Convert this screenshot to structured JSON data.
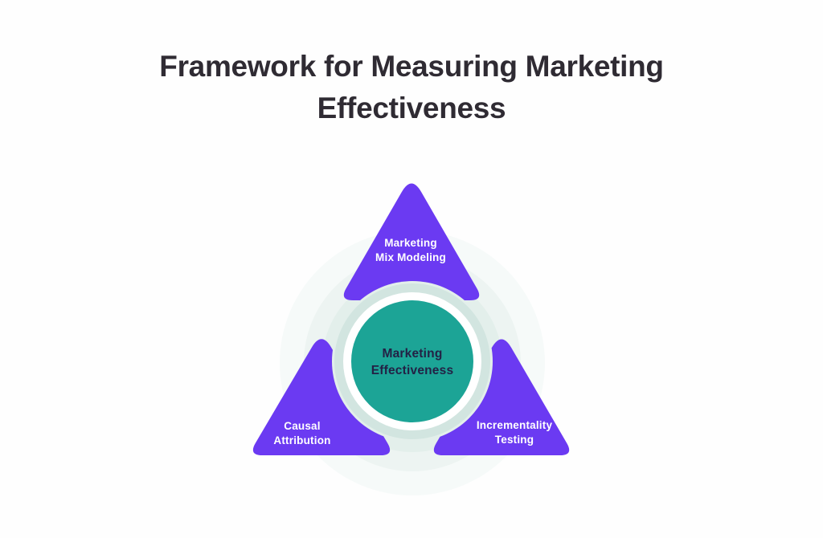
{
  "title": {
    "line1": "Framework for Measuring Marketing",
    "line2": "Effectiveness"
  },
  "diagram": {
    "center_label": {
      "line1": "Marketing",
      "line2": "Effectiveness"
    },
    "nodes": [
      {
        "id": "marketing-mix-modeling",
        "line1": "Marketing",
        "line2": "Mix Modeling"
      },
      {
        "id": "causal-attribution",
        "line1": "Causal",
        "line2": "Attribution"
      },
      {
        "id": "incrementality-testing",
        "line1": "Incrementality",
        "line2": "Testing"
      }
    ],
    "colors": {
      "page_bg": "#FEFEFE",
      "title_text": "#2F2B33",
      "triangle": "#6B3AF2",
      "label_text": "#FFFFFF",
      "center_circle": "#1CA496",
      "center_ring": "#FFFFFF",
      "center_text": "#232145",
      "halo_ring_1": "#D2E5E0",
      "halo_ring_2": "#E3EFEB",
      "halo_ring_3": "#EDF4F2",
      "halo_ring_4": "#F6FAF9"
    }
  }
}
